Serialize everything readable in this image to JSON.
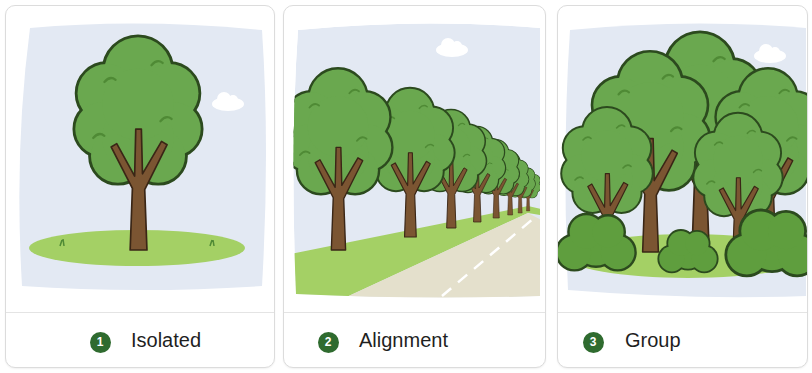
{
  "diagram": {
    "nodes": [
      {
        "text": [
          "Isolated"
        ]
      },
      {
        "text": [
          "1"
        ],
        "in": 0
      },
      {
        "text": [
          "Alignment"
        ]
      },
      {
        "text": [
          "2"
        ],
        "in": 2
      },
      {
        "text": [
          "Group"
        ]
      },
      {
        "text": [
          "3"
        ],
        "in": 4
      }
    ]
  }
}
